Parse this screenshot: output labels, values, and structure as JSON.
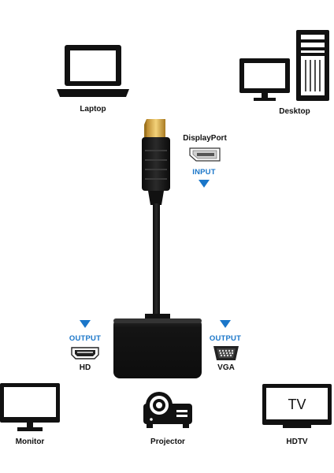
{
  "devices": {
    "laptop": "Laptop",
    "desktop": "Desktop",
    "monitor": "Monitor",
    "projector": "Projector",
    "hdtv": "HDTV",
    "tv_screen_text": "TV"
  },
  "ports": {
    "displayport": "DisplayPort",
    "input": "INPUT",
    "output_left": "OUTPUT",
    "output_right": "OUTPUT",
    "hd": "HD",
    "vga": "VGA"
  },
  "colors": {
    "accent": "#1a76c9",
    "icon": "#111111"
  }
}
